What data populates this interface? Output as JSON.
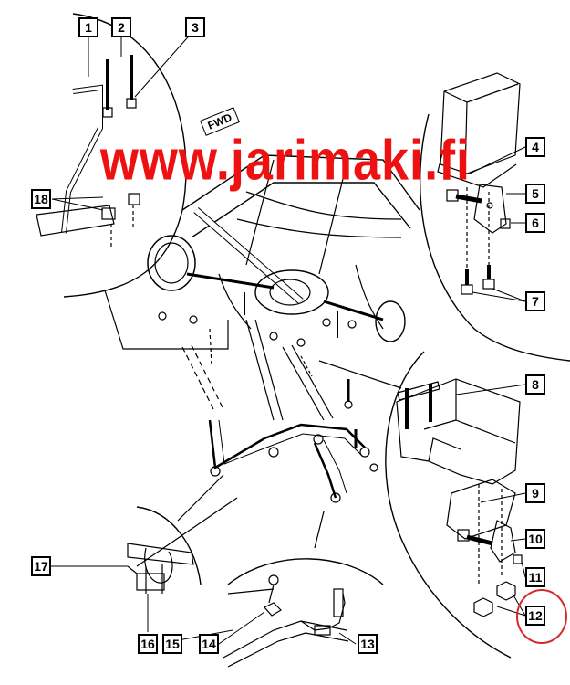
{
  "watermark": "www.jarimaki.fi",
  "direction_label": "FWD",
  "callouts": [
    "1",
    "2",
    "3",
    "4",
    "5",
    "6",
    "7",
    "8",
    "9",
    "10",
    "11",
    "12",
    "13",
    "14",
    "15",
    "16",
    "17",
    "18"
  ],
  "highlight_color": "#d62a2a",
  "watermark_color": "#ee1111"
}
